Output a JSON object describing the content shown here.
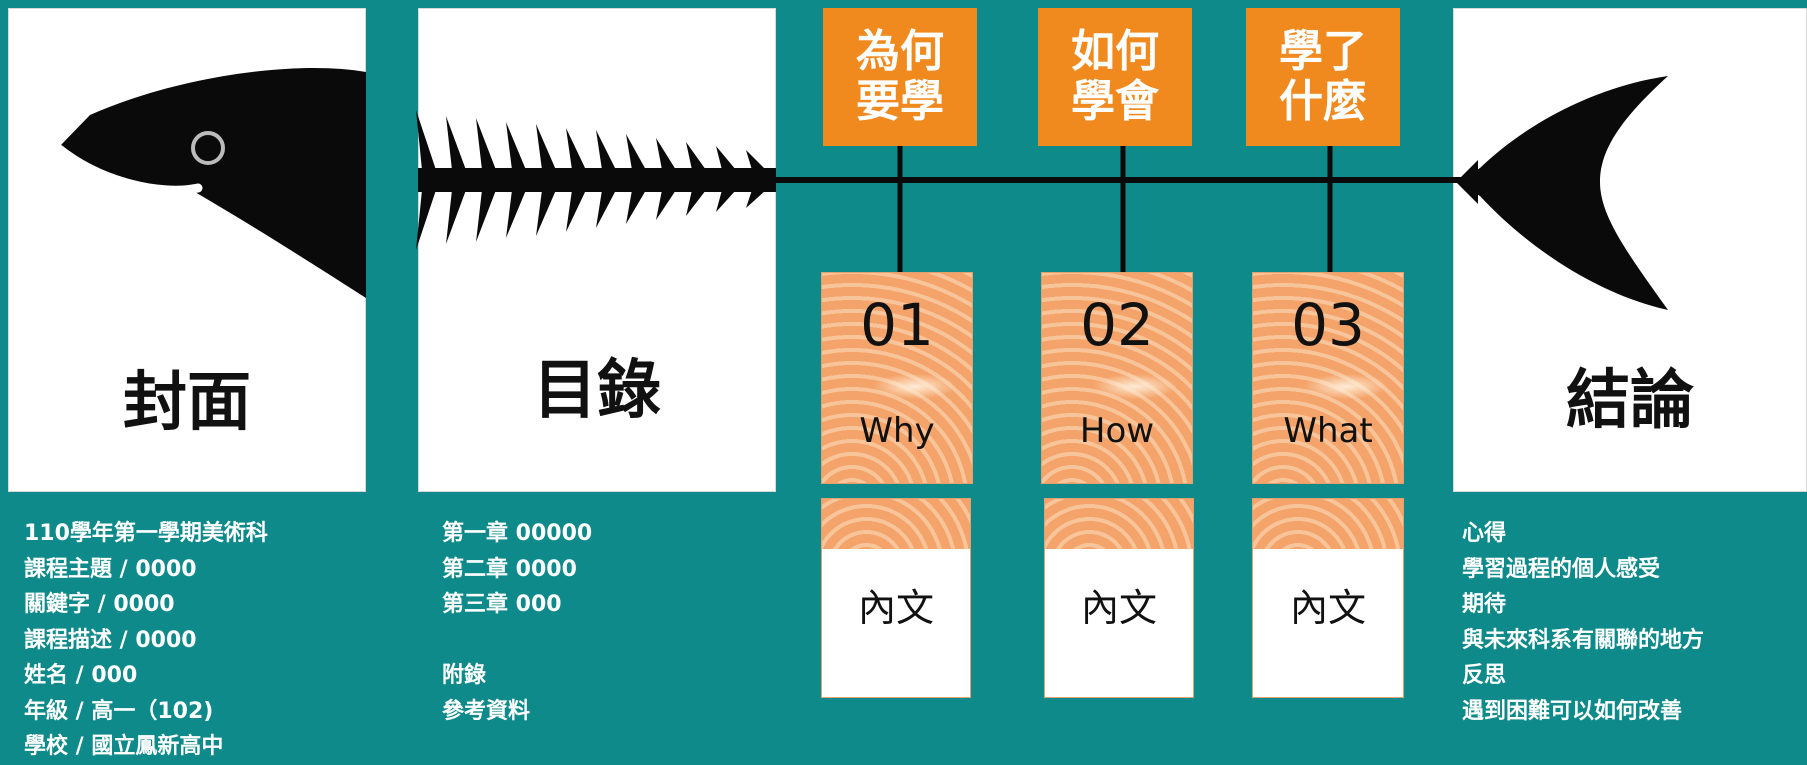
{
  "panels": {
    "cover": "封面",
    "toc": "目錄",
    "conclusion": "結論"
  },
  "questions": [
    {
      "line1": "為何",
      "line2": "要學"
    },
    {
      "line1": "如何",
      "line2": "學會"
    },
    {
      "line1": "學了",
      "line2": "什麼"
    }
  ],
  "cards": [
    {
      "number": "01",
      "word": "Why",
      "body": "內文"
    },
    {
      "number": "02",
      "word": "How",
      "body": "內文"
    },
    {
      "number": "03",
      "word": "What",
      "body": "內文"
    }
  ],
  "cover_notes": [
    "110學年第一學期美術科",
    "課程主題 / 0000",
    "關鍵字 / 0000",
    "課程描述 / 0000",
    "姓名 / 000",
    "年級 / 高一（102)",
    "學校 / 國立鳳新高中"
  ],
  "toc_notes": [
    "第一章 00000",
    "第二章 0000",
    "第三章 000",
    "",
    "附錄",
    "參考資料"
  ],
  "conclusion_notes": [
    "心得",
    "學習過程的個人感受",
    "期待",
    "與未來科系有關聯的地方",
    "反思",
    "遇到困難可以如何改善"
  ],
  "colors": {
    "background": "#0e8a8a",
    "accent": "#f18a1e",
    "salmon": "#f5a66c"
  }
}
